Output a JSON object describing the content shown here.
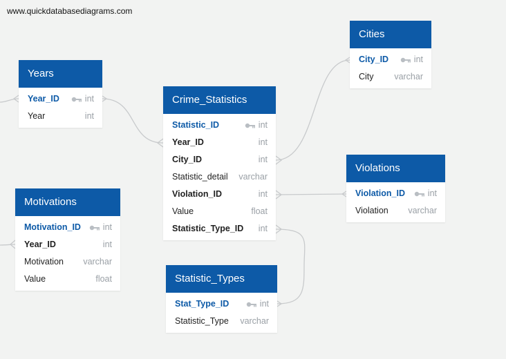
{
  "watermark": "www.quickdatabasediagrams.com",
  "tables": [
    {
      "id": "years",
      "title": "Years",
      "rows": [
        {
          "name": "Year_ID",
          "type": "int",
          "pk": true
        },
        {
          "name": "Year",
          "type": "int"
        }
      ]
    },
    {
      "id": "crime_statistics",
      "title": "Crime_Statistics",
      "rows": [
        {
          "name": "Statistic_ID",
          "type": "int",
          "pk": true
        },
        {
          "name": "Year_ID",
          "type": "int",
          "fk": true
        },
        {
          "name": "City_ID",
          "type": "int",
          "fk": true
        },
        {
          "name": "Statistic_detail",
          "type": "varchar"
        },
        {
          "name": "Violation_ID",
          "type": "int",
          "fk": true
        },
        {
          "name": "Value",
          "type": "float"
        },
        {
          "name": "Statistic_Type_ID",
          "type": "int",
          "fk": true
        }
      ]
    },
    {
      "id": "cities",
      "title": "Cities",
      "rows": [
        {
          "name": "City_ID",
          "type": "int",
          "pk": true
        },
        {
          "name": "City",
          "type": "varchar"
        }
      ]
    },
    {
      "id": "violations",
      "title": "Violations",
      "rows": [
        {
          "name": "Violation_ID",
          "type": "int",
          "pk": true
        },
        {
          "name": "Violation",
          "type": "varchar"
        }
      ]
    },
    {
      "id": "motivations",
      "title": "Motivations",
      "rows": [
        {
          "name": "Motivation_ID",
          "type": "int",
          "pk": true
        },
        {
          "name": "Year_ID",
          "type": "int",
          "fk": true
        },
        {
          "name": "Motivation",
          "type": "varchar"
        },
        {
          "name": "Value",
          "type": "float"
        }
      ]
    },
    {
      "id": "statistic_types",
      "title": "Statistic_Types",
      "rows": [
        {
          "name": "Stat_Type_ID",
          "type": "int",
          "pk": true
        },
        {
          "name": "Statistic_Type",
          "type": "varchar"
        }
      ]
    }
  ],
  "colors": {
    "header": "#0d5aa7",
    "background": "#f2f3f2",
    "link": "#c8cacc"
  },
  "icons": {
    "primary_key": "key-icon"
  }
}
